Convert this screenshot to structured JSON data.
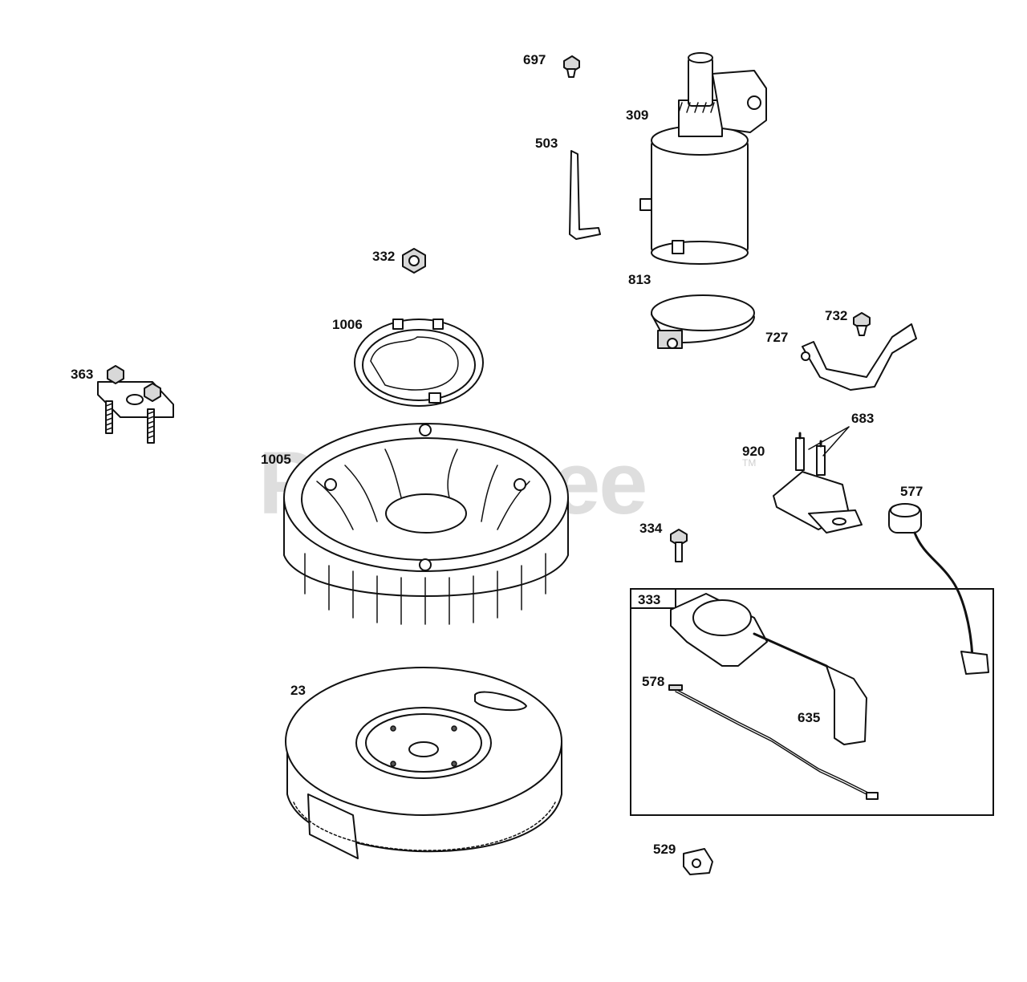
{
  "watermark": {
    "text": "PartsTree",
    "trademark": "TM"
  },
  "group_box_label": "333",
  "labels": {
    "p697": "697",
    "p309": "309",
    "p503": "503",
    "p332": "332",
    "p813": "813",
    "p1006": "1006",
    "p732": "732",
    "p727": "727",
    "p363": "363",
    "p683": "683",
    "p920": "920",
    "p1005": "1005",
    "p577": "577",
    "p334": "334",
    "p578": "578",
    "p635": "635",
    "p23": "23",
    "p529": "529"
  }
}
